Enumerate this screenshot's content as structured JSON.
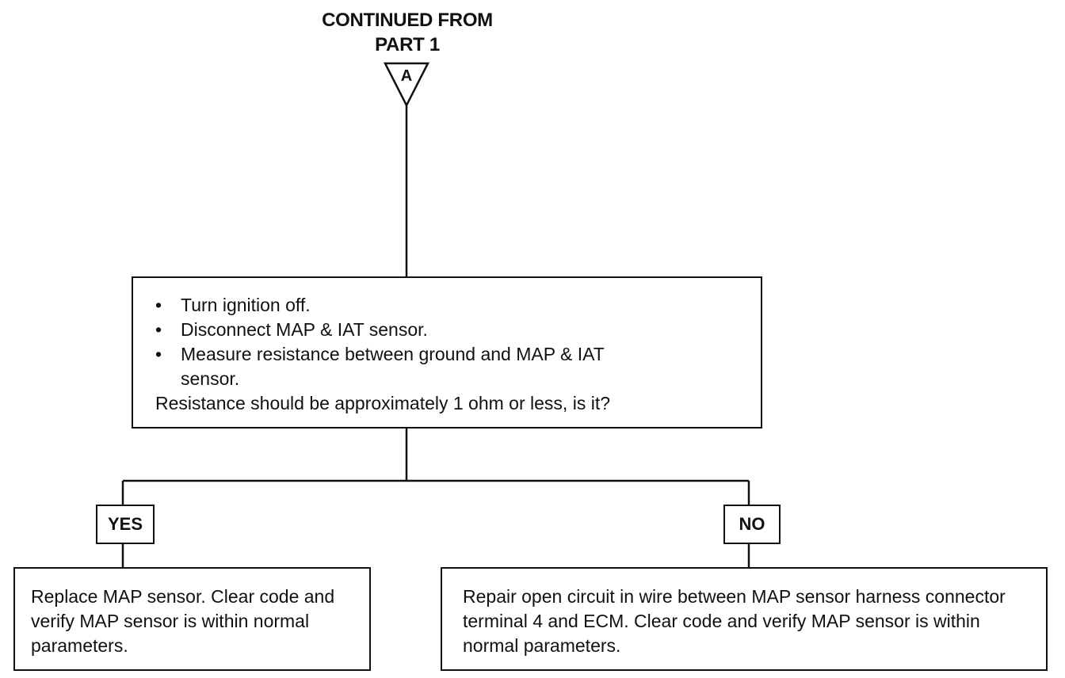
{
  "header": {
    "line1": "CONTINUED FROM",
    "line2": "PART 1"
  },
  "connector": {
    "label": "A"
  },
  "main_box": {
    "steps": [
      {
        "bullet": "•",
        "text": "Turn ignition off."
      },
      {
        "bullet": "•",
        "text": "Disconnect MAP & IAT sensor."
      },
      {
        "bullet": "•",
        "text": "Measure resistance between ground and MAP & IAT sensor."
      }
    ],
    "question": "Resistance should be approximately 1 ohm or less, is it?"
  },
  "branches": {
    "yes": {
      "label": "YES",
      "action": "Replace MAP sensor. Clear code and verify MAP sensor is within normal parameters."
    },
    "no": {
      "label": "NO",
      "action": "Repair open circuit in wire between MAP sensor harness connector terminal 4 and ECM. Clear code and verify MAP sensor is within normal parameters."
    }
  }
}
